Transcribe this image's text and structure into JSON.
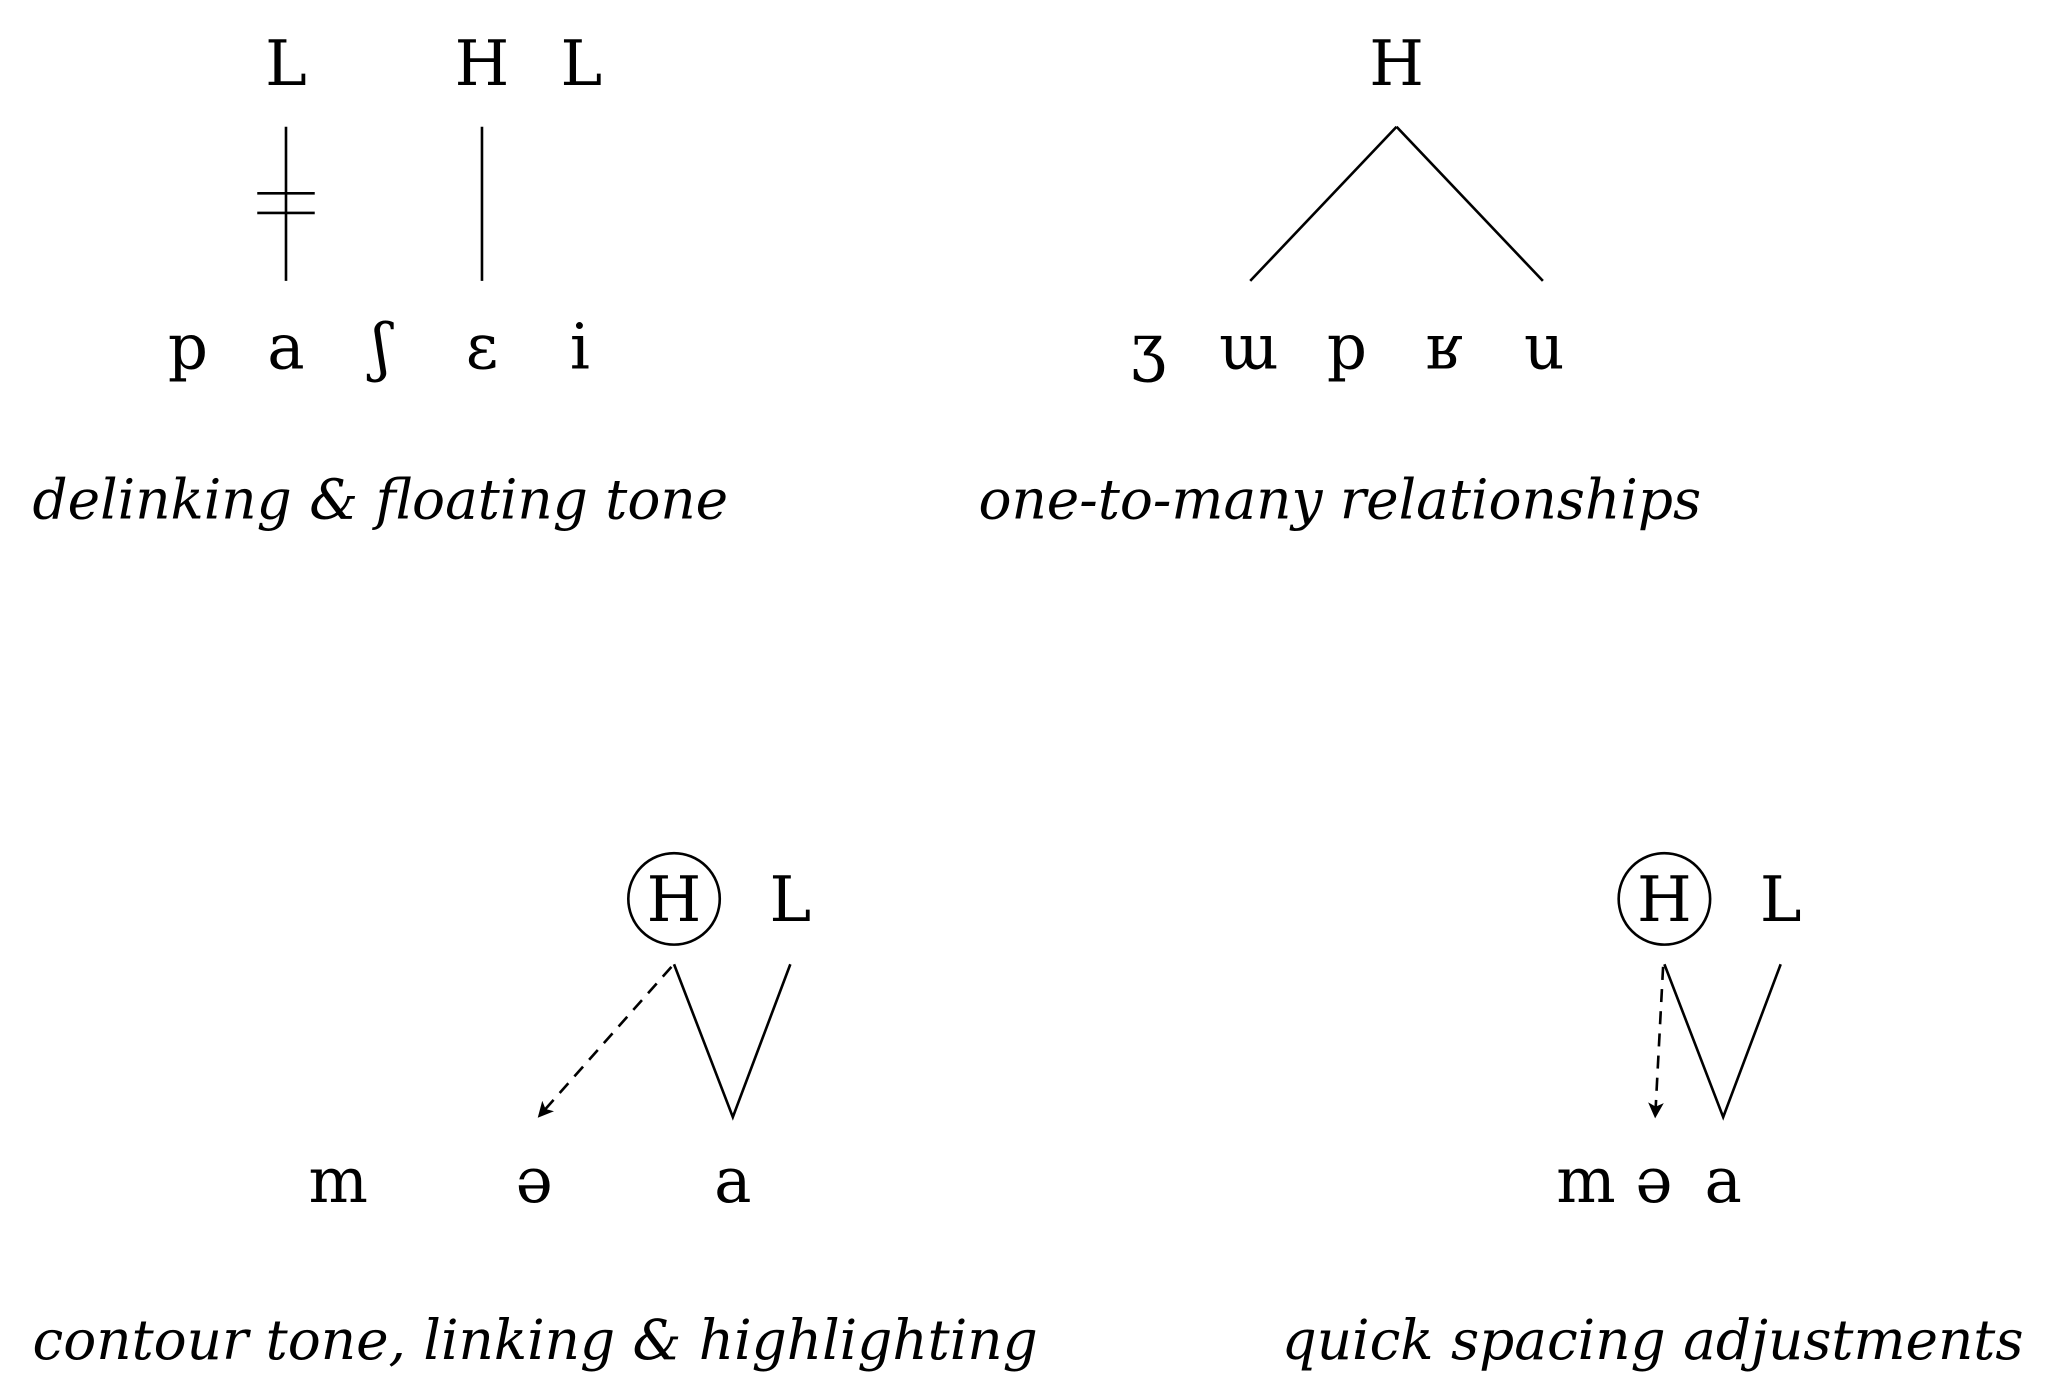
{
  "panels": [
    {
      "tones": [
        "L",
        "H",
        "L"
      ],
      "segments": [
        "p",
        "a",
        "ʃ",
        "ɛ",
        "i"
      ],
      "caption": "delinking & floating tone"
    },
    {
      "tones": [
        "H"
      ],
      "segments": [
        "ʒ",
        "ɯ",
        "p",
        "ʁ",
        "u"
      ],
      "caption": "one-to-many relationships"
    },
    {
      "tones": [
        "H",
        "L"
      ],
      "segments": [
        "m",
        "ə",
        "a"
      ],
      "caption": "contour tone, linking & highlighting"
    },
    {
      "tones": [
        "H",
        "L"
      ],
      "segments": [
        "m",
        "ə",
        "a"
      ],
      "caption": "quick spacing adjustments"
    }
  ]
}
